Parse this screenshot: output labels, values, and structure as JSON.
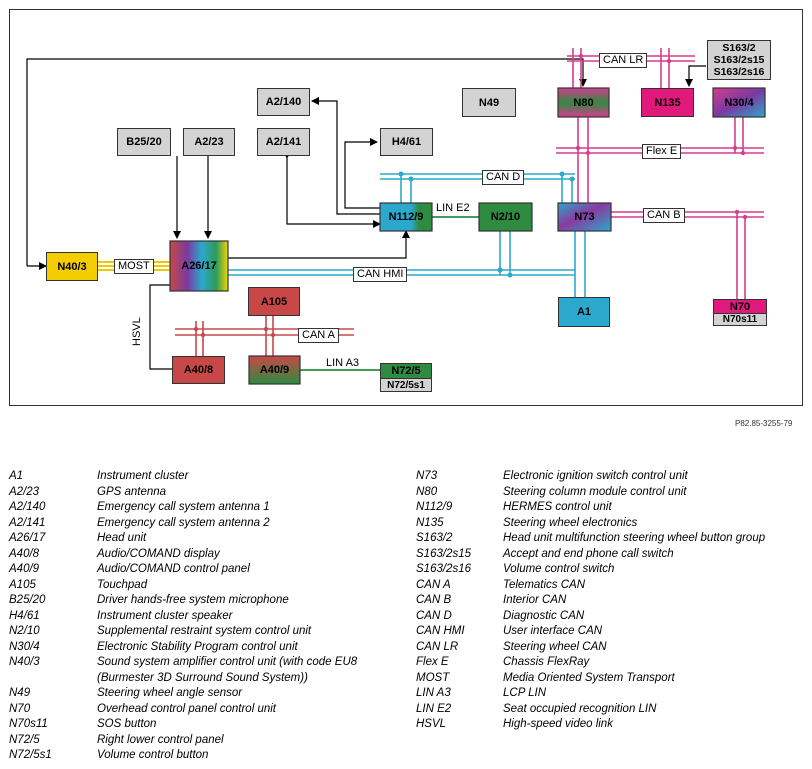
{
  "diagram": {
    "reference": "P82.85-3255-79",
    "nodes": {
      "a2_140": "A2/140",
      "a2_141": "A2/141",
      "b25_20": "B25/20",
      "a2_23": "A2/23",
      "h4_61": "H4/61",
      "n49": "N49",
      "n80": "N80",
      "n135": "N135",
      "n30_4": "N30/4",
      "s163_2": "S163/2",
      "s163_2s15": "S163/2s15",
      "s163_2s16": "S163/2s16",
      "n40_3": "N40/3",
      "a26_17": "A26/17",
      "n112_9": "N112/9",
      "n2_10": "N2/10",
      "n73": "N73",
      "a105": "A105",
      "a40_8": "A40/8",
      "a40_9": "A40/9",
      "n72_5": "N72/5",
      "n72_5s1": "N72/5s1",
      "a1": "A1",
      "n70": "N70",
      "n70s11": "N70s11"
    },
    "bus_labels": {
      "can_lr": "CAN LR",
      "flex_e": "Flex E",
      "can_d": "CAN D",
      "lin_e2": "LIN E2",
      "can_b": "CAN B",
      "most": "MOST",
      "can_hmi": "CAN HMI",
      "can_a": "CAN A",
      "lin_a3": "LIN A3",
      "hsvl": "HSVL"
    },
    "colors": {
      "can_pink": "#d63d8e",
      "can_blue": "#2ba8cc",
      "most_yellow": "#f0c800",
      "lin_green": "#2e8b40",
      "can_a_red": "#c84848",
      "gray_box": "#d3d3d3",
      "a105_red": "#c84848",
      "n135_magenta": "#e0197d"
    }
  },
  "legend": {
    "left": [
      {
        "code": "A1",
        "desc": "Instrument cluster"
      },
      {
        "code": "A2/23",
        "desc": "GPS antenna"
      },
      {
        "code": "A2/140",
        "desc": "Emergency call system antenna 1"
      },
      {
        "code": "A2/141",
        "desc": "Emergency call system antenna 2"
      },
      {
        "code": "A26/17",
        "desc": "Head unit"
      },
      {
        "code": "A40/8",
        "desc": "Audio/COMAND display"
      },
      {
        "code": "A40/9",
        "desc": "Audio/COMAND control panel"
      },
      {
        "code": "A105",
        "desc": "Touchpad"
      },
      {
        "code": "B25/20",
        "desc": "Driver hands-free system microphone"
      },
      {
        "code": "H4/61",
        "desc": "Instrument cluster speaker"
      },
      {
        "code": "N2/10",
        "desc": "Supplemental restraint system control unit"
      },
      {
        "code": "N30/4",
        "desc": "Electronic Stability Program control unit"
      },
      {
        "code": "N40/3",
        "desc": "Sound system amplifier control unit (with code EU8",
        "desc2": "(Burmester 3D Surround Sound System))"
      },
      {
        "code": "N49",
        "desc": "Steering wheel angle sensor"
      },
      {
        "code": "N70",
        "desc": "Overhead control panel control unit"
      },
      {
        "code": "N70s11",
        "desc": "SOS button"
      },
      {
        "code": "N72/5",
        "desc": "Right lower control panel"
      },
      {
        "code": "N72/5s1",
        "desc": "Volume control button"
      }
    ],
    "right": [
      {
        "code": "N73",
        "desc": "Electronic ignition switch control unit"
      },
      {
        "code": "N80",
        "desc": "Steering column module control unit"
      },
      {
        "code": "N112/9",
        "desc": "HERMES control unit"
      },
      {
        "code": "N135",
        "desc": "Steering wheel electronics"
      },
      {
        "code": "S163/2",
        "desc": "Head unit multifunction steering wheel button group"
      },
      {
        "code": "S163/2s15",
        "desc": "Accept and end phone call switch"
      },
      {
        "code": "S163/2s16",
        "desc": "Volume control switch"
      },
      {
        "code": "CAN A",
        "desc": "Telematics CAN"
      },
      {
        "code": "CAN B",
        "desc": "Interior CAN"
      },
      {
        "code": "CAN D",
        "desc": "Diagnostic CAN"
      },
      {
        "code": "CAN HMI",
        "desc": "User interface CAN"
      },
      {
        "code": "CAN LR",
        "desc": "Steering wheel CAN"
      },
      {
        "code": "Flex E",
        "desc": "Chassis FlexRay"
      },
      {
        "code": "MOST",
        "desc": "Media Oriented System Transport"
      },
      {
        "code": "LIN A3",
        "desc": "LCP LIN"
      },
      {
        "code": "LIN E2",
        "desc": "Seat occupied recognition LIN"
      },
      {
        "code": "HSVL",
        "desc": "High-speed video link"
      }
    ]
  }
}
